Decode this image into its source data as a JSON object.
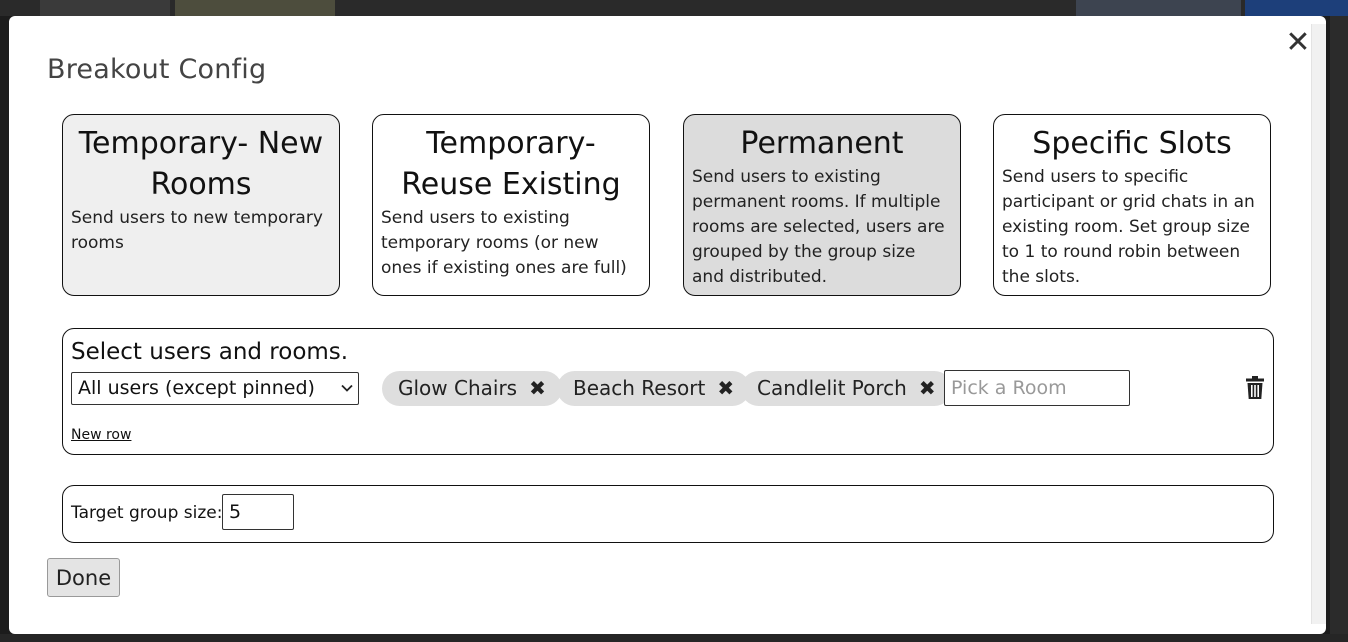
{
  "modal": {
    "title": "Breakout Config",
    "close_label": "✕"
  },
  "room_types": [
    {
      "title": "Temporary- New Rooms",
      "description": "Send users to new temporary rooms",
      "selected": false
    },
    {
      "title": "Temporary- Reuse Existing",
      "description": "Send users to existing temporary rooms (or new ones if existing ones are full)",
      "selected": false
    },
    {
      "title": "Permanent",
      "description": "Send users to existing permanent rooms. If multiple rooms are selected, users are grouped by the group size and distributed.",
      "selected": true
    },
    {
      "title": "Specific Slots",
      "description": "Send users to specific participant or grid chats in an existing room. Set group size to 1 to round robin between the slots.",
      "selected": false
    }
  ],
  "assignment": {
    "label": "Select users and rooms.",
    "user_select_value": "All users (except pinned)",
    "rooms": [
      "Glow Chairs",
      "Beach Resort",
      "Candlelit Porch"
    ],
    "room_placeholder": "Pick a Room",
    "new_row_label": "New row"
  },
  "group_size": {
    "label": "Target group size:",
    "value": "5"
  },
  "done_label": "Done",
  "icons": {
    "close": "close-icon",
    "chip_remove": "remove-x-icon",
    "select_chevron": "chevron-down-icon",
    "delete_row": "trash-icon"
  }
}
